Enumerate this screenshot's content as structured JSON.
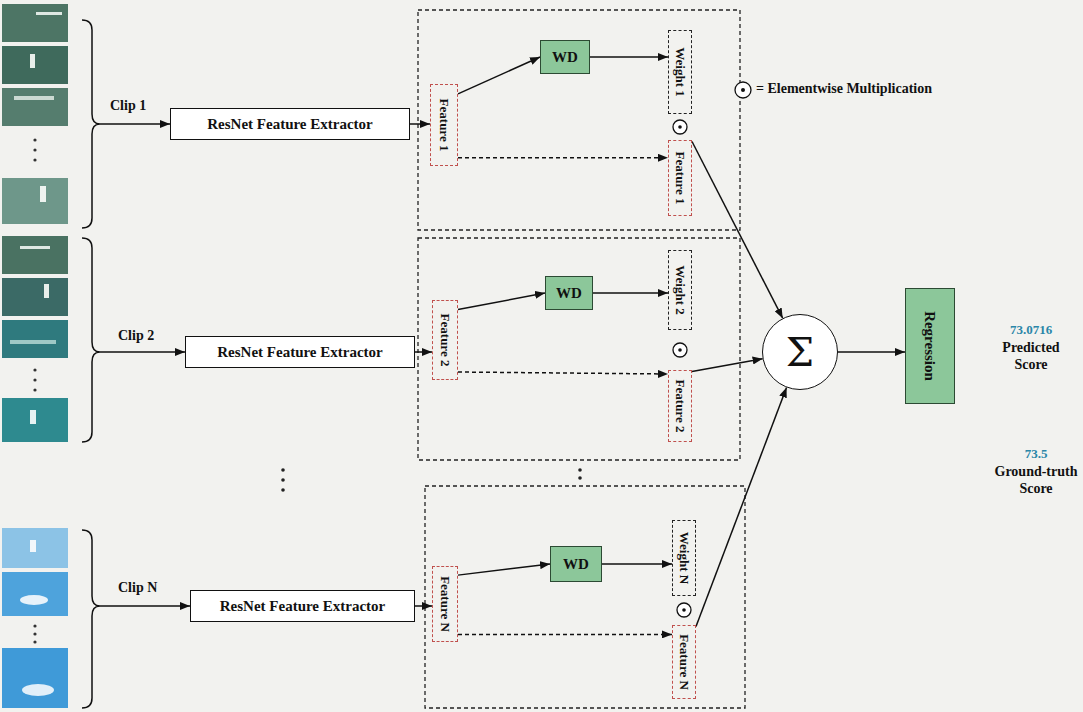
{
  "diagram": {
    "nodes": [
      {
        "text": [
          "ResNet Feature Extractor"
        ]
      },
      {
        "text": [
          "Feature 1"
        ]
      },
      {
        "text": [
          "WD"
        ]
      },
      {
        "text": [
          "Weight 1"
        ]
      },
      {
        "text": [
          "Feature 1"
        ]
      },
      {
        "text": [
          "ResNet Feature Extractor"
        ]
      },
      {
        "text": [
          "Feature 2"
        ]
      },
      {
        "text": [
          "WD"
        ]
      },
      {
        "text": [
          "Weight 2"
        ]
      },
      {
        "text": [
          "Feature 2"
        ]
      },
      {
        "text": [
          "ResNet Feature Extractor"
        ]
      },
      {
        "text": [
          "Feature N"
        ]
      },
      {
        "text": [
          "WD"
        ]
      },
      {
        "text": [
          "Weight N"
        ]
      },
      {
        "text": [
          "Feature N"
        ]
      },
      {
        "text": [
          "Σ"
        ]
      },
      {
        "text": [
          "Regression"
        ]
      }
    ],
    "edges": [
      {
        "from": 0,
        "to": 1,
        "arrow": "to"
      },
      {
        "from": 1,
        "to": 2,
        "arrow": "to"
      },
      {
        "from": 2,
        "to": 3,
        "arrow": "to"
      },
      {
        "from": 1,
        "to": 4,
        "arrow": "to"
      },
      {
        "from": 4,
        "to": 15,
        "arrow": "to"
      },
      {
        "from": 5,
        "to": 6,
        "arrow": "to"
      },
      {
        "from": 6,
        "to": 7,
        "arrow": "to"
      },
      {
        "from": 7,
        "to": 8,
        "arrow": "to"
      },
      {
        "from": 6,
        "to": 9,
        "arrow": "to"
      },
      {
        "from": 9,
        "to": 15,
        "arrow": "to"
      },
      {
        "from": 10,
        "to": 11,
        "arrow": "to"
      },
      {
        "from": 11,
        "to": 12,
        "arrow": "to"
      },
      {
        "from": 12,
        "to": 13,
        "arrow": "to"
      },
      {
        "from": 11,
        "to": 14,
        "arrow": "to"
      },
      {
        "from": 14,
        "to": 15,
        "arrow": "to"
      },
      {
        "from": 15,
        "to": 16,
        "arrow": "to"
      }
    ],
    "labels": [
      "Clip 1",
      "Clip 2",
      "Clip N",
      "73.0716",
      "Predicted Score",
      "73.5",
      "Ground-truth Score"
    ],
    "legend": [
      {
        "text": "= Elementwise Multiplication"
      }
    ]
  }
}
